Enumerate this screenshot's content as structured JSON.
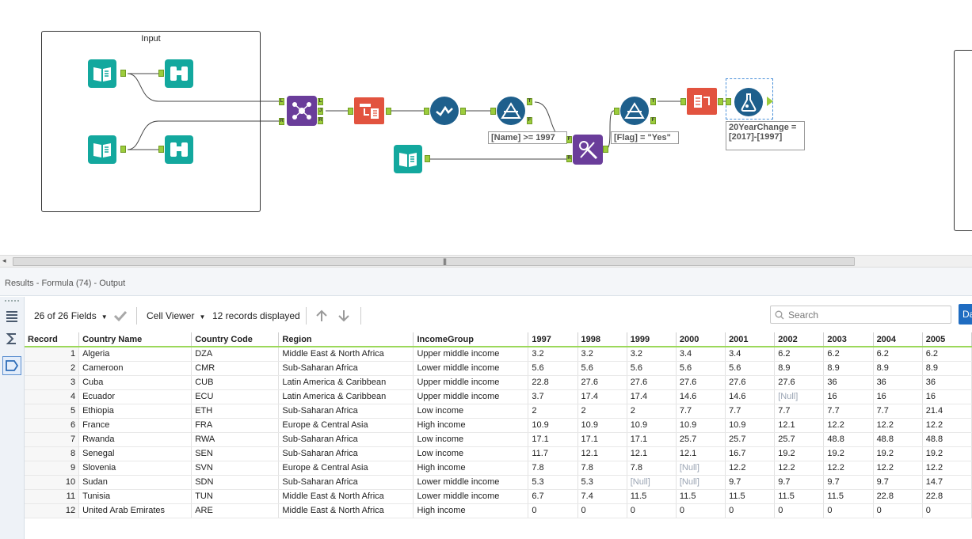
{
  "workflow": {
    "container_title": "Input",
    "filter1_expression": "[Name] >= 1997",
    "filter2_expression": "[Flag] = \"Yes\"",
    "formula_expression": "20YearChange =\n[2017]-[1997]",
    "anchor_labels": {
      "left": "L",
      "join": "J",
      "right": "R",
      "true": "T",
      "false": "F"
    }
  },
  "scrollbar": {
    "grip": "|||",
    "left_arrow": "◂"
  },
  "results": {
    "title": "Results - Formula (74) - Output",
    "fields_label": "26 of 26 Fields",
    "cell_viewer_label": "Cell Viewer",
    "records_label": "12 records displayed",
    "search_placeholder": "Search",
    "data_button_label": "Da",
    "columns": [
      "Record",
      "Country Name",
      "Country Code",
      "Region",
      "IncomeGroup",
      "1997",
      "1998",
      "1999",
      "2000",
      "2001",
      "2002",
      "2003",
      "2004",
      "2005"
    ],
    "rows": [
      [
        "1",
        "Algeria",
        "DZA",
        "Middle East & North Africa",
        "Upper middle income",
        "3.2",
        "3.2",
        "3.2",
        "3.4",
        "3.4",
        "6.2",
        "6.2",
        "6.2",
        "6.2"
      ],
      [
        "2",
        "Cameroon",
        "CMR",
        "Sub-Saharan Africa",
        "Lower middle income",
        "5.6",
        "5.6",
        "5.6",
        "5.6",
        "5.6",
        "8.9",
        "8.9",
        "8.9",
        "8.9"
      ],
      [
        "3",
        "Cuba",
        "CUB",
        "Latin America & Caribbean",
        "Upper middle income",
        "22.8",
        "27.6",
        "27.6",
        "27.6",
        "27.6",
        "27.6",
        "36",
        "36",
        "36"
      ],
      [
        "4",
        "Ecuador",
        "ECU",
        "Latin America & Caribbean",
        "Upper middle income",
        "3.7",
        "17.4",
        "17.4",
        "14.6",
        "14.6",
        "[Null]",
        "16",
        "16",
        "16"
      ],
      [
        "5",
        "Ethiopia",
        "ETH",
        "Sub-Saharan Africa",
        "Low income",
        "2",
        "2",
        "2",
        "7.7",
        "7.7",
        "7.7",
        "7.7",
        "7.7",
        "21.4"
      ],
      [
        "6",
        "France",
        "FRA",
        "Europe & Central Asia",
        "High income",
        "10.9",
        "10.9",
        "10.9",
        "10.9",
        "10.9",
        "12.1",
        "12.2",
        "12.2",
        "12.2"
      ],
      [
        "7",
        "Rwanda",
        "RWA",
        "Sub-Saharan Africa",
        "Low income",
        "17.1",
        "17.1",
        "17.1",
        "25.7",
        "25.7",
        "25.7",
        "48.8",
        "48.8",
        "48.8"
      ],
      [
        "8",
        "Senegal",
        "SEN",
        "Sub-Saharan Africa",
        "Low income",
        "11.7",
        "12.1",
        "12.1",
        "12.1",
        "16.7",
        "19.2",
        "19.2",
        "19.2",
        "19.2"
      ],
      [
        "9",
        "Slovenia",
        "SVN",
        "Europe & Central Asia",
        "High income",
        "7.8",
        "7.8",
        "7.8",
        "[Null]",
        "12.2",
        "12.2",
        "12.2",
        "12.2",
        "12.2"
      ],
      [
        "10",
        "Sudan",
        "SDN",
        "Sub-Saharan Africa",
        "Lower middle income",
        "5.3",
        "5.3",
        "[Null]",
        "[Null]",
        "9.7",
        "9.7",
        "9.7",
        "9.7",
        "14.7"
      ],
      [
        "11",
        "Tunisia",
        "TUN",
        "Middle East & North Africa",
        "Lower middle income",
        "6.7",
        "7.4",
        "11.5",
        "11.5",
        "11.5",
        "11.5",
        "11.5",
        "22.8",
        "22.8"
      ],
      [
        "12",
        "United Arab Emirates",
        "ARE",
        "Middle East & North Africa",
        "High income",
        "0",
        "0",
        "0",
        "0",
        "0",
        "0",
        "0",
        "0",
        "0"
      ]
    ]
  },
  "colors": {
    "teal": "#13a89e",
    "purple": "#6a3d9a",
    "orange": "#e2533f",
    "blue": "#1e5f8c",
    "anchor": "#9ccc3c",
    "accent": "#1f6cc1"
  }
}
